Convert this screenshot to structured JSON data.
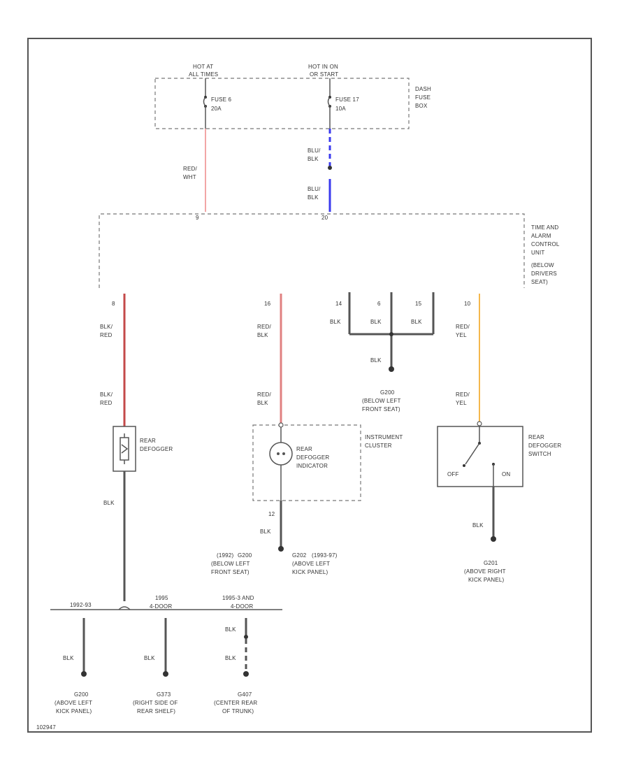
{
  "colors": {
    "wire_red_wht": "#f2a6a6",
    "wire_blk_red": "#c44a4a",
    "wire_red_blk": "#e08080",
    "wire_red_yel": "#f5b74d",
    "wire_blu_blk": "#3a3aee",
    "wire_blk": "#555555"
  },
  "fuse_box": {
    "hot1": "HOT AT",
    "hot1_sub": "ALL TIMES",
    "hot2": "HOT IN ON",
    "hot2_sub": "OR START",
    "fuse1": "FUSE 6",
    "fuse1_amp": "20A",
    "fuse2": "FUSE 17",
    "fuse2_amp": "10A",
    "box_l1": "DASH",
    "box_l2": "FUSE",
    "box_l3": "BOX"
  },
  "wires_top": {
    "w1_a": "RED/",
    "w1_b": "WHT",
    "w2_a": "BLU/",
    "w2_b": "BLK",
    "w3_a": "BLU/",
    "w3_b": "BLK"
  },
  "pin_top": {
    "p1": "9",
    "p2": "20"
  },
  "control_unit": {
    "l1": "TIME AND",
    "l2": "ALARM",
    "l3": "CONTROL",
    "l4": "UNIT",
    "l5": "(BELOW",
    "l6": "DRIVERS",
    "l7": "SEAT)"
  },
  "pins": {
    "a": "8",
    "b": "16",
    "c1": "14",
    "c2": "6",
    "c3": "15",
    "d": "10"
  },
  "col1": {
    "w1_a": "BLK/",
    "w1_b": "RED",
    "w2_a": "BLK/",
    "w2_b": "RED",
    "comp_a": "REAR",
    "comp_b": "DEFOGGER",
    "w3": "BLK"
  },
  "col2": {
    "w1_a": "RED/",
    "w1_b": "BLK",
    "w2_a": "RED/",
    "w2_b": "BLK",
    "ind_a": "REAR",
    "ind_b": "DEFOGGER",
    "ind_c": "INDICATOR",
    "cluster_a": "INSTRUMENT",
    "cluster_b": "CLUSTER",
    "pin": "12",
    "w3": "BLK",
    "g1_a": "(1992)",
    "g1_b": "G200",
    "g1_c": "(BELOW LEFT",
    "g1_d": "FRONT SEAT)",
    "g2_a": "G202",
    "g2_b": "(1993-97)",
    "g2_c": "(ABOVE LEFT",
    "g2_d": "KICK PANEL)"
  },
  "col3": {
    "w1": "BLK",
    "w2": "BLK",
    "w3": "BLK",
    "w4": "BLK",
    "g_a": "G200",
    "g_b": "(BELOW LEFT",
    "g_c": "FRONT SEAT)"
  },
  "col4": {
    "w1_a": "RED/",
    "w1_b": "YEL",
    "w2_a": "RED/",
    "w2_b": "YEL",
    "sw_a": "REAR",
    "sw_b": "DEFOGGER",
    "sw_c": "SWITCH",
    "off": "OFF",
    "on": "ON",
    "w3": "BLK",
    "g_a": "G201",
    "g_b": "(ABOVE RIGHT",
    "g_c": "KICK PANEL)"
  },
  "bottom": {
    "branch1": "1992-93",
    "branch2_a": "1995",
    "branch2_b": "4-DOOR",
    "branch3_a": "1995-3 AND",
    "branch3_b": "4-DOOR",
    "w1": "BLK",
    "w2": "BLK",
    "w3a": "BLK",
    "w3b": "BLK",
    "g1_a": "G200",
    "g1_b": "(ABOVE LEFT",
    "g1_c": "KICK PANEL)",
    "g2_a": "G373",
    "g2_b": "(RIGHT SIDE OF",
    "g2_c": "REAR SHELF)",
    "g3_a": "G407",
    "g3_b": "(CENTER REAR",
    "g3_c": "OF TRUNK)"
  },
  "footer_code": "102947"
}
